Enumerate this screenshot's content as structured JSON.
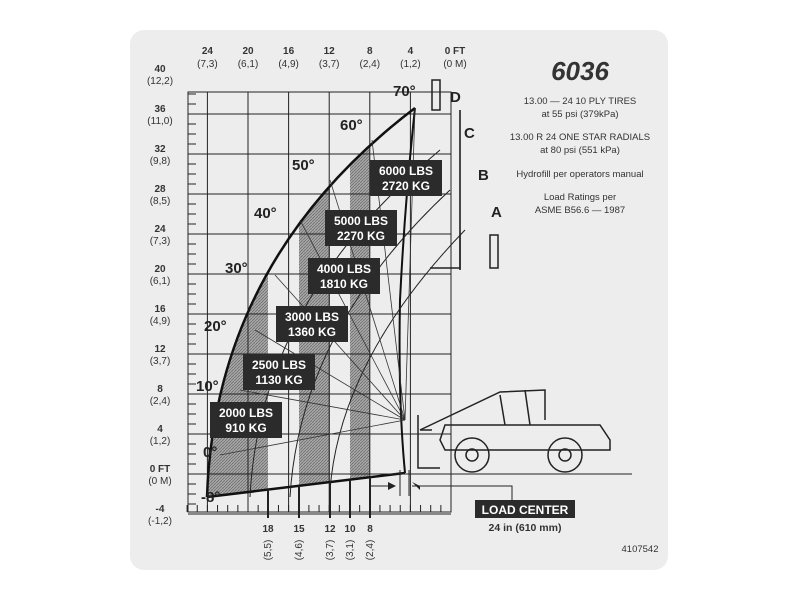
{
  "model": "6036",
  "info": [
    "13.00 — 24 10 PLY TIRES",
    "at 55 psi (379kPa)",
    "13.00 R 24 ONE STAR RADIALS",
    "at 80  psi (551 kPa)",
    "Hydrofill per operators manual",
    "Load Ratings per",
    "ASME B56.6 — 1987"
  ],
  "x_axis_top": [
    {
      "ft": "24",
      "m": "(7,3)"
    },
    {
      "ft": "20",
      "m": "(6,1)"
    },
    {
      "ft": "16",
      "m": "(4,9)"
    },
    {
      "ft": "12",
      "m": "(3,7)"
    },
    {
      "ft": "8",
      "m": "(2,4)"
    },
    {
      "ft": "4",
      "m": "(1,2)"
    },
    {
      "ft": "0 FT",
      "m": "(0 M)"
    }
  ],
  "y_axis": [
    {
      "ft": "40",
      "m": "(12,2)"
    },
    {
      "ft": "36",
      "m": "(11,0)"
    },
    {
      "ft": "32",
      "m": "(9,8)"
    },
    {
      "ft": "28",
      "m": "(8,5)"
    },
    {
      "ft": "24",
      "m": "(7,3)"
    },
    {
      "ft": "20",
      "m": "(6,1)"
    },
    {
      "ft": "16",
      "m": "(4,9)"
    },
    {
      "ft": "12",
      "m": "(3,7)"
    },
    {
      "ft": "8",
      "m": "(2,4)"
    },
    {
      "ft": "4",
      "m": "(1,2)"
    },
    {
      "ft": "0 FT",
      "m": "(0 M)"
    },
    {
      "ft": "-4",
      "m": "(-1,2)"
    }
  ],
  "angles": [
    "70°",
    "60°",
    "50°",
    "40°",
    "30°",
    "20°",
    "10°",
    "0°",
    "-8°"
  ],
  "boom_positions": [
    "D",
    "C",
    "B",
    "A"
  ],
  "load_zones": [
    {
      "lbs": "6000 LBS",
      "kg": "2720 KG"
    },
    {
      "lbs": "5000 LBS",
      "kg": "2270 KG"
    },
    {
      "lbs": "4000 LBS",
      "kg": "1810 KG"
    },
    {
      "lbs": "3000 LBS",
      "kg": "1360 KG"
    },
    {
      "lbs": "2500 LBS",
      "kg": "1130 KG"
    },
    {
      "lbs": "2000 LBS",
      "kg": "910 KG"
    }
  ],
  "reach_marks": [
    {
      "ft": "18",
      "m": "(5,5)"
    },
    {
      "ft": "15",
      "m": "(4,6)"
    },
    {
      "ft": "12",
      "m": "(3,7)"
    },
    {
      "ft": "10",
      "m": "(3,1)"
    },
    {
      "ft": "8",
      "m": "(2,4)"
    }
  ],
  "load_center": {
    "label": "LOAD CENTER",
    "value": "24 in (610 mm)"
  },
  "part_number": "4107542",
  "colors": {
    "card": "#ededed",
    "label_box": "#2b2b2b",
    "shading": "#9a9a9a"
  }
}
